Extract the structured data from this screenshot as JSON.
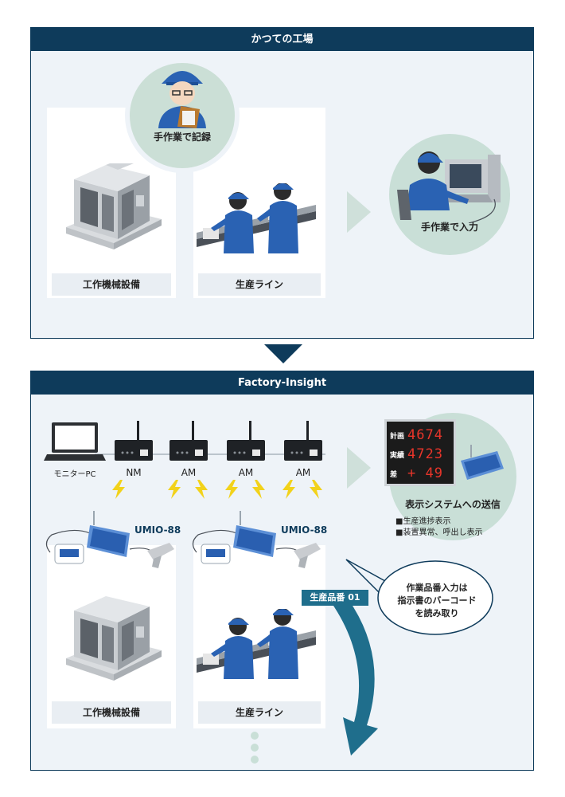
{
  "top_panel": {
    "title": "かつての工場",
    "manual_record_label": "手作業で記録",
    "manual_input_label": "手作業で入力",
    "machine_label": "工作機械設備",
    "line_label": "生産ライン"
  },
  "bottom_panel": {
    "title": "Factory-Insight",
    "devices": {
      "monitor_pc": "モニターPC",
      "nm": "NM",
      "am1": "AM",
      "am2": "AM",
      "am3": "AM"
    },
    "display": {
      "rows": [
        {
          "label": "計画",
          "value": "4674"
        },
        {
          "label": "実績",
          "value": "4723"
        },
        {
          "label": "差",
          "value": "+ 49"
        }
      ],
      "title": "表示システムへの送信",
      "bullets": [
        "■生産進捗表示",
        "■装置異常、呼出し表示"
      ]
    },
    "umio_left": "UMIO-88",
    "umio_right": "UMIO-88",
    "product_tag": "生産品番 01",
    "speech": [
      "作業品番入力は",
      "指示書のバーコード",
      "を読み取り"
    ],
    "machine_label": "工作機械設備",
    "line_label": "生産ライン"
  },
  "colors": {
    "navy": "#0e3b5b",
    "teal": "#1f6e8c",
    "mint": "#c9dfd7",
    "panel_bg": "#eef3f8",
    "worker_blue": "#2a62b3",
    "bolt_yellow": "#f2d21b",
    "led_red": "#e8352a"
  }
}
